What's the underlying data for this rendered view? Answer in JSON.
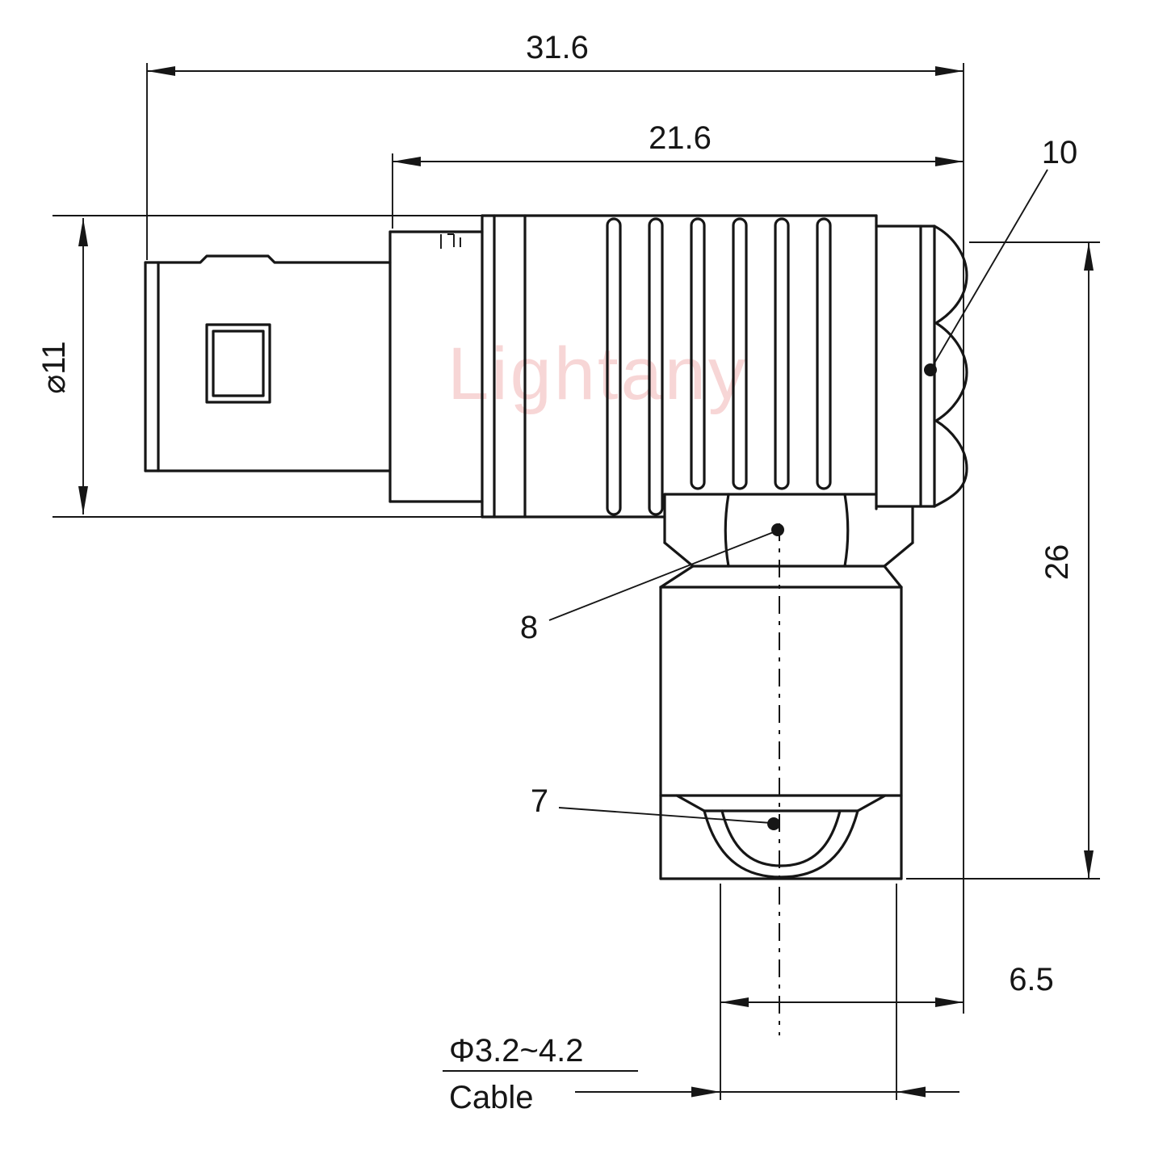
{
  "watermark": {
    "text": "Lightany",
    "color": "#f6cfcf"
  },
  "colors": {
    "line": "#161616",
    "background": "#ffffff"
  },
  "dim_labels": {
    "overall_length": "31.6",
    "front_length": "21.6",
    "body_diameter": "⌀11",
    "overall_height": "26",
    "ref_nut": "10",
    "ref_backnut": "8",
    "ref_bushing": "7",
    "cable_offset": "6.5",
    "cable_diameter": "Φ3.2~4.2",
    "cable_word": "Cable"
  }
}
